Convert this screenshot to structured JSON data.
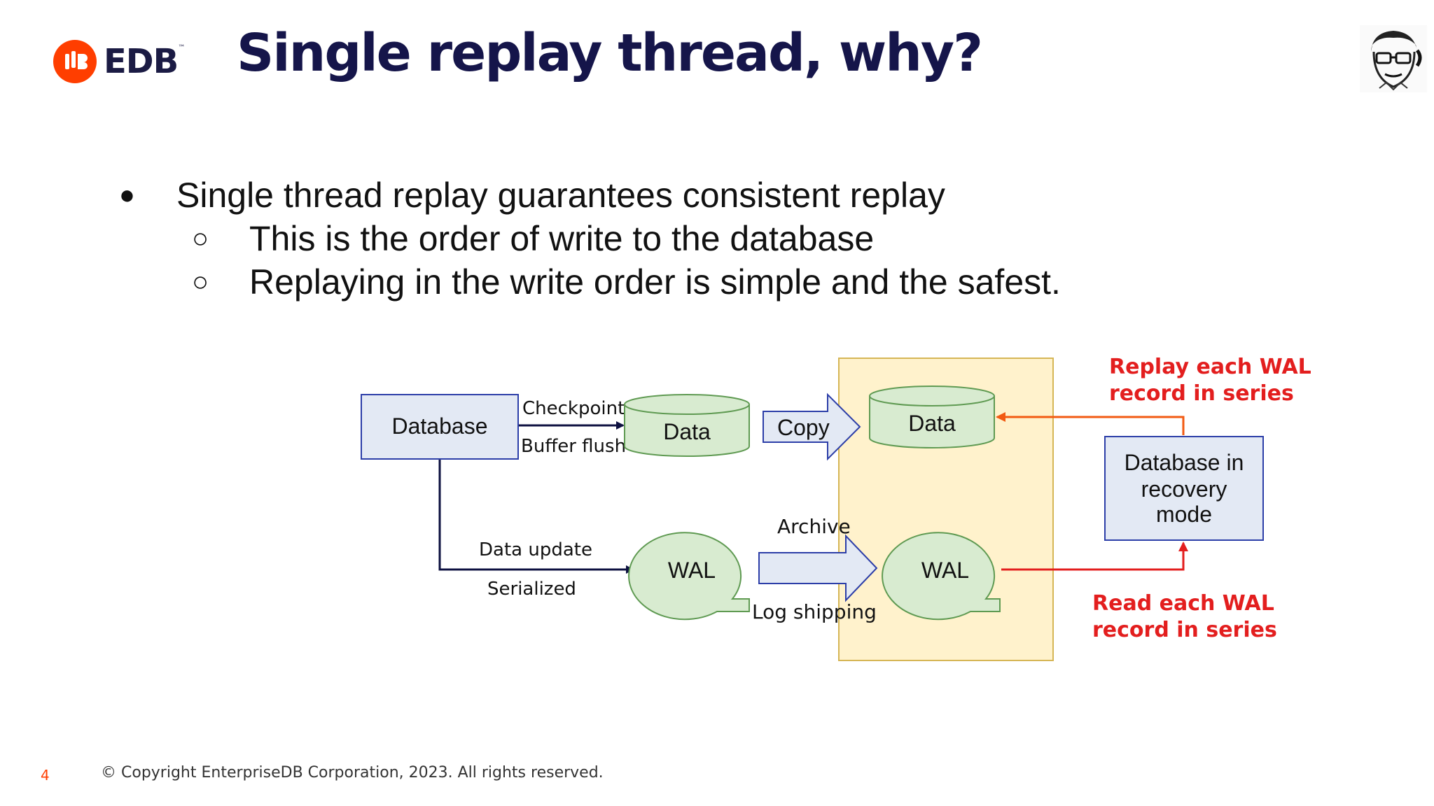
{
  "logo": {
    "text": "EDB",
    "trademark": "™",
    "brand_color": "#ff3e00"
  },
  "title": "Single replay thread, why?",
  "avatar": {
    "icon": "presenter-avatar-icon"
  },
  "bullets": {
    "main": "Single thread replay guarantees consistent replay",
    "subs": [
      "This is the order of write to the database",
      "Replaying in the write order is simple and the safest."
    ]
  },
  "diagram": {
    "database": "Database",
    "checkpoint": "Checkpoint",
    "buffer_flush": "Buffer flush",
    "data_left": "Data",
    "copy": "Copy",
    "data_right": "Data",
    "replay_label": [
      "Replay each WAL",
      "record in series"
    ],
    "recovery_box": [
      "Database in",
      "recovery",
      "mode"
    ],
    "data_update": "Data update",
    "serialized": "Serialized",
    "wal_left": "WAL",
    "archive": "Archive",
    "log_shipping": "Log shipping",
    "wal_right": "WAL",
    "read_label": [
      "Read each WAL",
      "record in series"
    ],
    "colors": {
      "box_fill": "#e3e9f4",
      "box_stroke": "#2c3ea8",
      "green_fill": "#d8ebd0",
      "green_stroke": "#5f9a52",
      "standby_fill": "#fff2cc",
      "standby_stroke": "#d6b656",
      "orange": "#f25a12",
      "red": "#e31e1e",
      "navy": "#0d1040"
    }
  },
  "footer": {
    "page": "4",
    "copyright": "© Copyright EnterpriseDB Corporation, 2023. All rights reserved."
  }
}
